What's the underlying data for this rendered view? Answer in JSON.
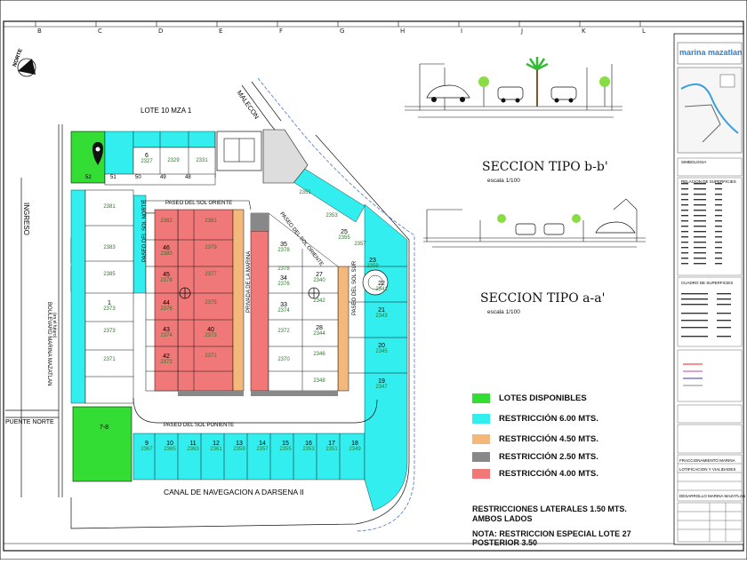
{
  "grid": {
    "columns": [
      "B",
      "C",
      "D",
      "E",
      "F",
      "G",
      "H",
      "I",
      "J",
      "K",
      "L"
    ]
  },
  "site": {
    "lote_header": "LOTE 10 MZA 1",
    "malecon": "MALECON",
    "ingreso": "INGRESO",
    "norte": "NORTE",
    "boulevard": "BOULEVARD MARINA MAZATLAN",
    "boulevard_sub": "(en el futuro)",
    "puente": "PUENTE NORTE",
    "canal": "CANAL DE NAVEGACION A DARSENA II",
    "streets": {
      "sol_oriente": "PASEO DEL SOL ORIENTE",
      "sol_poniente": "PASEO DEL SOL PONIENTE",
      "sol_norte": "PASEO DEL SOL NORTE",
      "sol_sur": "PASEO DEL SOL SUR",
      "privada": "PRIVADA DE LA MARINA",
      "sol_oriente_diag": "PASEO DEL SOL ORIENTE"
    }
  },
  "legend": [
    {
      "label": "LOTES DISPONIBLES",
      "color": "#33dd33"
    },
    {
      "label": "RESTRICCIÓN 6.00 MTS.",
      "color": "#33eeee"
    },
    {
      "label": "RESTRICCIÓN 4.50 MTS.",
      "color": "#f3b87a"
    },
    {
      "label": "RESTRICCIÓN 2.50 MTS.",
      "color": "#888888"
    },
    {
      "label": "RESTRICCIÓN 4.00 MTS.",
      "color": "#f07878"
    }
  ],
  "notes": {
    "lateral_1": "RESTRICCIONES LATERALES 1.50 MTS.",
    "lateral_2": "AMBOS LADOS",
    "special_1": "NOTA: RESTRICCION ESPECIAL LOTE 27",
    "special_2": "POSTERIOR 3.50"
  },
  "sections": {
    "bb_title": "SECCION TIPO b-b'",
    "bb_scale": "escala 1/100",
    "aa_title": "SECCION TIPO a-a'",
    "aa_scale": "escala 1/100"
  },
  "titleblock": {
    "brand": "marina mazatlan",
    "project": "FRACCIONAMIENTO MARINA",
    "project_sub": "LOTIFICACION Y VIALIDADES",
    "desarrollo": "DESARROLLO MARINA MAZATLAN",
    "simbologia": "SIMBOLOGIA",
    "relacion": "RELACION DE SUPERFICIES",
    "cuadro": "CUADRO DE SUPERFICIES"
  },
  "lots": {
    "north_row": [
      {
        "num": "6",
        "area": "2327"
      },
      {
        "num": "",
        "area": "2329"
      },
      {
        "num": "",
        "area": "2331"
      }
    ],
    "north_small": [
      "52",
      "51",
      "50",
      "49",
      "48"
    ],
    "west_col": [
      {
        "num": "",
        "area": "2381"
      },
      {
        "num": "",
        "area": "2383"
      },
      {
        "num": "",
        "area": "2385"
      },
      {
        "num": "1",
        "area": "2373"
      },
      {
        "num": "",
        "area": "2373"
      },
      {
        "num": "",
        "area": "2371"
      }
    ],
    "center_left": [
      {
        "num": "",
        "area": "2382"
      },
      {
        "num": "46",
        "area": "2380"
      },
      {
        "num": "45",
        "area": "2378"
      },
      {
        "num": "44",
        "area": "2376"
      },
      {
        "num": "43",
        "area": "2374"
      },
      {
        "num": "42",
        "area": "2372"
      }
    ],
    "center_right": [
      {
        "num": "",
        "area": "2381"
      },
      {
        "num": "",
        "area": "2379"
      },
      {
        "num": "",
        "area": "2377"
      },
      {
        "num": "",
        "area": "2375"
      },
      {
        "num": "40",
        "area": "2373"
      },
      {
        "num": "",
        "area": "2371"
      }
    ],
    "east_left": [
      {
        "num": "35",
        "area": "2378"
      },
      {
        "num": "",
        "area": "2378"
      },
      {
        "num": "34",
        "area": "2376"
      },
      {
        "num": "33",
        "area": "2374"
      },
      {
        "num": "",
        "area": "2372"
      },
      {
        "num": "",
        "area": "2370"
      }
    ],
    "east_right": [
      {
        "num": "27",
        "area": "2340"
      },
      {
        "num": "",
        "area": "2342"
      },
      {
        "num": "28",
        "area": "2344"
      },
      {
        "num": "",
        "area": "2346"
      },
      {
        "num": "",
        "area": "2348"
      }
    ],
    "diag_row": [
      {
        "num": "",
        "area": "2351"
      },
      {
        "num": "",
        "area": "2353"
      },
      {
        "num": "25",
        "area": "2355"
      },
      {
        "num": "",
        "area": "2357"
      },
      {
        "num": "23",
        "area": "2359"
      }
    ],
    "south_row": [
      {
        "num": "9",
        "area": "2367"
      },
      {
        "num": "10",
        "area": "2365"
      },
      {
        "num": "11",
        "area": "2363"
      },
      {
        "num": "12",
        "area": "2361"
      },
      {
        "num": "13",
        "area": "2359"
      },
      {
        "num": "14",
        "area": "2357"
      },
      {
        "num": "15",
        "area": "2355"
      },
      {
        "num": "16",
        "area": "2353"
      },
      {
        "num": "17",
        "area": "2351"
      },
      {
        "num": "18",
        "area": "2349"
      }
    ],
    "east_col": [
      {
        "num": "22",
        "area": "2341"
      },
      {
        "num": "21",
        "area": "2343"
      },
      {
        "num": "20",
        "area": "2345"
      },
      {
        "num": "19",
        "area": "2347"
      }
    ],
    "sw_lot": {
      "num": "7-8",
      "area": ""
    }
  }
}
